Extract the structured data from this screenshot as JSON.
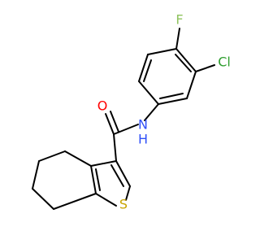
{
  "diagram": {
    "atoms": {
      "fluorine": {
        "label": "F",
        "color": "#8fc35f"
      },
      "chlorine": {
        "label": "Cl",
        "color": "#2e9e2e"
      },
      "oxygen": {
        "label": "O",
        "color": "#ff0000"
      },
      "nitrogen": {
        "label": "N",
        "color": "#3050f8"
      },
      "hydrogen": {
        "label": "H",
        "color": "#3050f8"
      },
      "sulfur": {
        "label": "S",
        "color": "#c8a400"
      }
    }
  }
}
